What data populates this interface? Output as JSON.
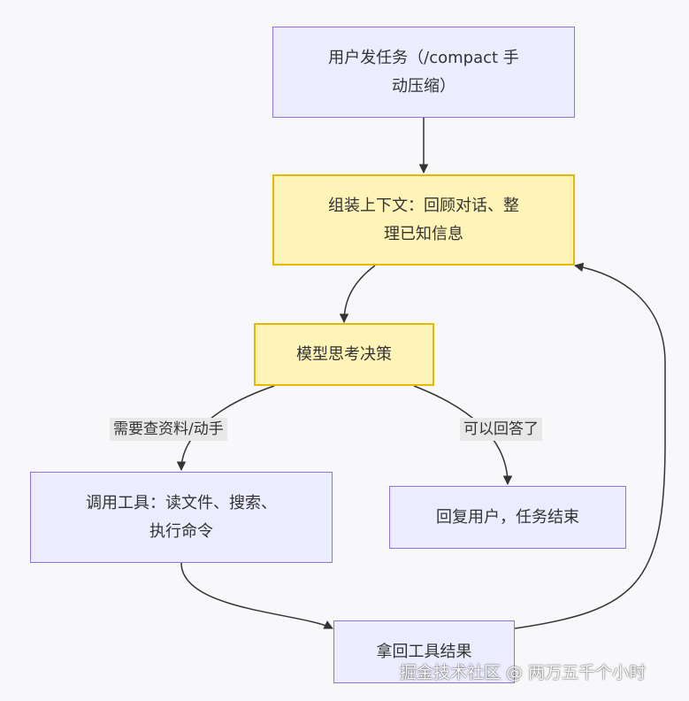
{
  "nodes": {
    "user_task": {
      "line1": "用户发任务（/compact 手",
      "line2": "动压缩）"
    },
    "assemble_context": {
      "line1": "组装上下文：回顾对话、整",
      "line2": "理已知信息"
    },
    "model_decide": {
      "text": "模型思考决策"
    },
    "call_tool": {
      "line1": "调用工具：读文件、搜索、",
      "line2": "执行命令"
    },
    "reply_user": {
      "text": "回复用户，任务结束"
    },
    "tool_result": {
      "text": "拿回工具结果"
    }
  },
  "edge_labels": {
    "need_data": "需要查资料/动手",
    "can_answer": "可以回答了"
  },
  "watermark": "掘金技术社区 @ 两万五千个小时",
  "colors": {
    "default_fill": "#ececff",
    "default_border": "#9370db",
    "highlight_fill": "#fff4b8",
    "highlight_border": "#e6b800",
    "edge": "#333333"
  }
}
